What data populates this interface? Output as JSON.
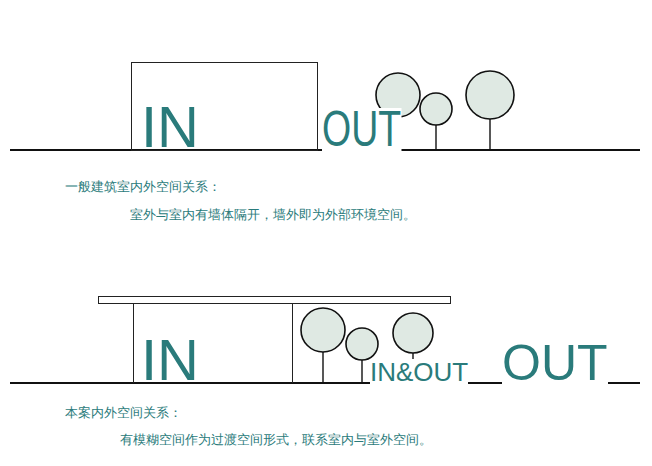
{
  "diagram": {
    "nodes": [
      {
        "text": [
          "IN"
        ]
      },
      {
        "text": [
          "IN"
        ]
      }
    ],
    "labels": [
      "OUT",
      "一般建筑室内外空间关系：",
      "室外与室内有墙体隔开，墙外即为外部环境空间。",
      "IN&OUT",
      "OUT",
      "本案内外空间关系：",
      "有模糊空间作为过渡空间形式，联系室内与室外空间。"
    ]
  }
}
